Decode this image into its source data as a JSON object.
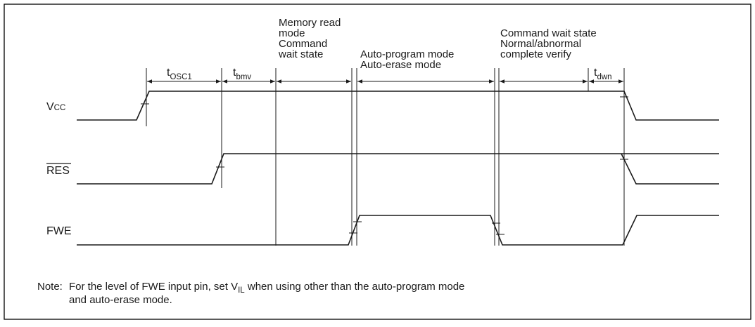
{
  "signals": [
    {
      "name": "Vcc",
      "label_main": "V",
      "label_sub": "CC",
      "overbar": false
    },
    {
      "name": "RES",
      "label_main": "RES",
      "label_sub": "",
      "overbar": true
    },
    {
      "name": "FWE",
      "label_main": "FWE",
      "label_sub": "",
      "overbar": false
    }
  ],
  "mode_labels": {
    "memory_read": [
      "Memory read",
      "mode",
      "Command",
      "wait state"
    ],
    "auto_program": [
      "Auto-program mode",
      "Auto-erase mode"
    ],
    "command_wait": [
      "Command wait state",
      "Normal/abnormal",
      "complete verify"
    ]
  },
  "timings": [
    {
      "name": "tosc1",
      "symbol": "t",
      "subscript": "OSC1"
    },
    {
      "name": "tbmv",
      "symbol": "t",
      "subscript": "bmv"
    },
    {
      "name": "tdwn",
      "symbol": "t",
      "subscript": "dwn"
    }
  ],
  "note": {
    "prefix": "Note:",
    "line1_before": "For the level of FWE input pin, set V",
    "line1_sub": "IL",
    "line1_after": " when using other than the auto-program mode",
    "line2": "and auto-erase mode."
  },
  "colors": {
    "line": "#1a1a1a",
    "frame": "#000000",
    "background": "#ffffff"
  }
}
